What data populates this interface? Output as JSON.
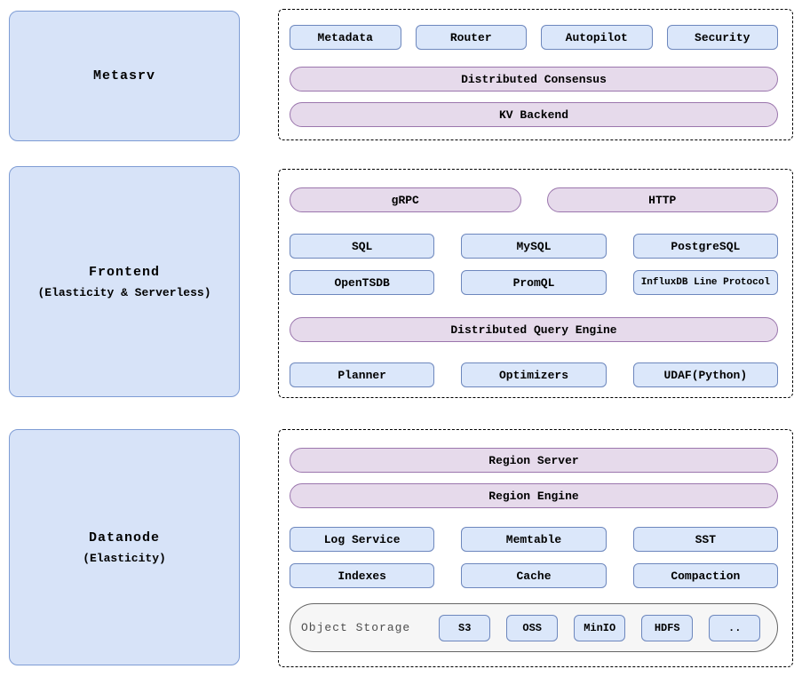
{
  "colors": {
    "node_fill": "#d7e3f8",
    "node_stroke": "#7e9cd4",
    "component_fill": "#dbe7fa",
    "component_stroke": "#6d87bd",
    "pill_fill": "#e6daeb",
    "pill_stroke": "#9b76ad",
    "storage_fill": "#f6f6f6",
    "storage_stroke": "#666666",
    "panel_border": "#000000",
    "background": "#ffffff"
  },
  "left": {
    "metasrv_title": "Metasrv",
    "frontend_title": "Frontend",
    "frontend_subtitle": "(Elasticity & Serverless)",
    "datanode_title": "Datanode",
    "datanode_subtitle": "(Elasticity)"
  },
  "metasrv_panel": {
    "components": [
      "Metadata",
      "Router",
      "Autopilot",
      "Security"
    ],
    "consensus_pill": "Distributed Consensus",
    "kv_pill": "KV Backend"
  },
  "frontend_panel": {
    "grpc_pill": "gRPC",
    "http_pill": "HTTP",
    "protocols": [
      "SQL",
      "MySQL",
      "PostgreSQL",
      "OpenTSDB",
      "PromQL",
      "InfluxDB Line Protocol"
    ],
    "query_engine_pill": "Distributed Query Engine",
    "engine_components": [
      "Planner",
      "Optimizers",
      "UDAF(Python)"
    ]
  },
  "datanode_panel": {
    "region_server_pill": "Region Server",
    "region_engine_pill": "Region Engine",
    "components": [
      "Log Service",
      "Memtable",
      "SST",
      "Indexes",
      "Cache",
      "Compaction"
    ],
    "object_storage": {
      "label": "Object Storage",
      "backends": [
        "S3",
        "OSS",
        "MinIO",
        "HDFS",
        ".."
      ]
    }
  }
}
